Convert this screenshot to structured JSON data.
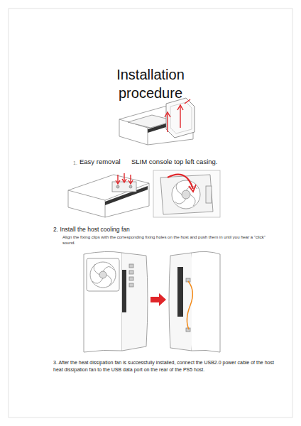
{
  "diagram": {
    "title": "Installation procedure",
    "labels": [
      "1.",
      "Easy removal",
      "SLIM console top left casing.",
      "2. Install the host cooling fan",
      "Align the fixing clips with the corresponding fixing holes on the host and push them in until you hear a \"click\" sound.",
      "3. After the heat dissipation fan is successfully installed, connect the USB2.0 power cable of the host heat dissipation fan to the USB data port on the rear of the PS5 host."
    ]
  }
}
